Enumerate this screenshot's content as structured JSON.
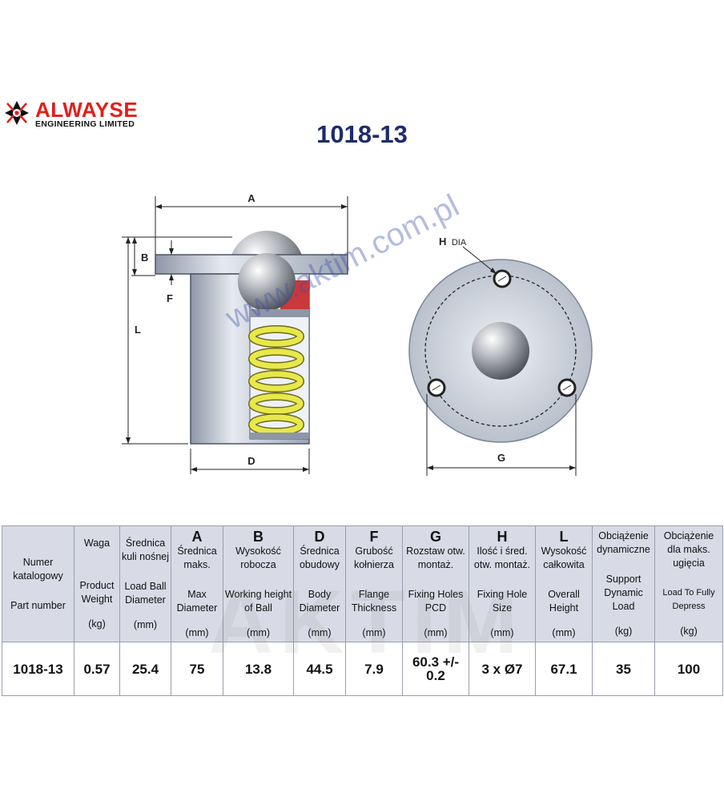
{
  "brand": {
    "name": "ALWAYSE",
    "subtitle": "ENGINEERING LIMITED"
  },
  "title": "1018-13",
  "watermark": {
    "url": "www.aktim.com.pl",
    "big": "AKTIM"
  },
  "drawing": {
    "labels": {
      "A": "A",
      "B": "B",
      "F": "F",
      "L": "L",
      "D": "D",
      "G": "G",
      "H": "H",
      "H_suffix": "DIA"
    }
  },
  "colors": {
    "brand_red": "#e0201b",
    "title_blue": "#1f2b6b",
    "spring_yellow": "#e8e84a",
    "seal_red": "#c9383a",
    "header_bg": "#d8dbe6"
  },
  "table": {
    "columns": [
      {
        "pl": "Numer katalogowy",
        "en": "Part number",
        "unit": ""
      },
      {
        "pl": "Waga",
        "en": "Product Weight",
        "unit": "(kg)"
      },
      {
        "pl": "Średnica kuli nośnej",
        "en": "Load Ball Diameter",
        "unit": "(mm)"
      },
      {
        "letter": "A",
        "pl": "Średnica maks.",
        "en": "Max Diameter",
        "unit": "(mm)"
      },
      {
        "letter": "B",
        "pl": "Wysokość robocza",
        "en": "Working height of Ball",
        "unit": "(mm)"
      },
      {
        "letter": "D",
        "pl": "Średnica obudowy",
        "en": "Body Diameter",
        "unit": "(mm)"
      },
      {
        "letter": "F",
        "pl": "Grubość kołnierza",
        "en": "Flange Thickness",
        "unit": "(mm)"
      },
      {
        "letter": "G",
        "pl": "Rozstaw otw. montaż.",
        "en": "Fixing Holes PCD",
        "unit": "(mm)"
      },
      {
        "letter": "H",
        "pl": "Ilość i śred. otw. montaż.",
        "en": "Fixing Hole Size",
        "unit": "(mm)"
      },
      {
        "letter": "L",
        "pl": "Wysokość całkowita",
        "en": "Overall Height",
        "unit": "(mm)"
      },
      {
        "pl": "Obciążenie dynamiczne",
        "en": "Support Dynamic Load",
        "unit": "(kg)"
      },
      {
        "pl": "Obciążenie dla maks. ugięcia",
        "en": "Load To Fully Depress",
        "unit": "(kg)"
      }
    ],
    "row": [
      "1018-13",
      "0.57",
      "25.4",
      "75",
      "13.8",
      "44.5",
      "7.9",
      "60.3 +/- 0.2",
      "3 x Ø7",
      "67.1",
      "35",
      "100"
    ]
  }
}
